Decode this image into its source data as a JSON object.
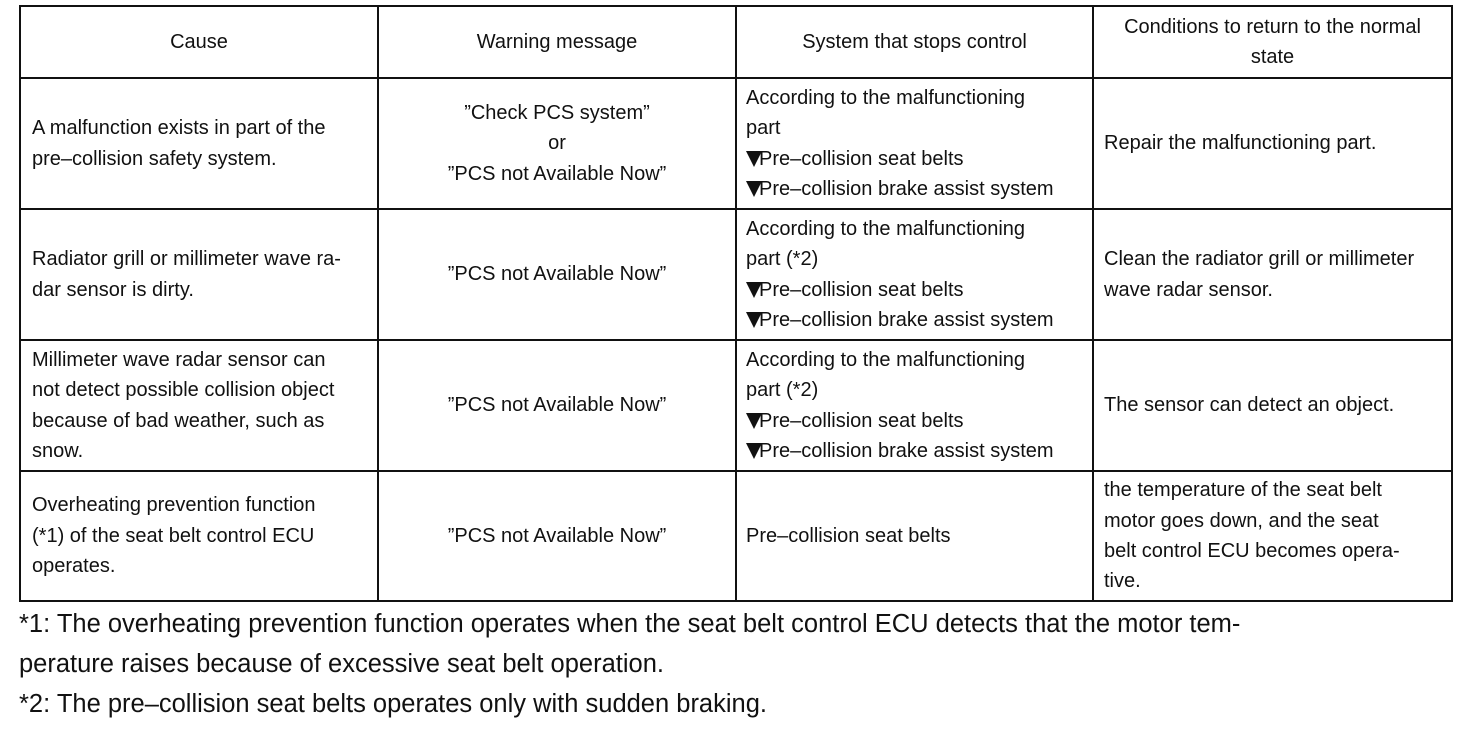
{
  "table": {
    "headers": {
      "cause": "Cause",
      "warning": "Warning message",
      "system": "System that stops control",
      "conditions_line1": "Conditions to return to the normal",
      "conditions_line2": "state"
    },
    "rows": [
      {
        "cause": [
          "A malfunction exists in part of the",
          "pre–collision safety system."
        ],
        "warning": [
          "”Check PCS system”",
          "or",
          "”PCS not Available Now”"
        ],
        "system": [
          "According to the malfunctioning",
          "part"
        ],
        "bullets": [
          "Pre–collision seat belts",
          "Pre–collision brake assist system"
        ],
        "conditions": [
          "Repair the malfunctioning part."
        ]
      },
      {
        "cause": [
          "Radiator grill or millimeter wave ra-",
          "dar sensor is dirty."
        ],
        "warning": [
          "”PCS not Available Now”"
        ],
        "system": [
          "According to the malfunctioning",
          "part (*2)"
        ],
        "bullets": [
          "Pre–collision seat belts",
          "Pre–collision brake assist system"
        ],
        "conditions": [
          "Clean the radiator grill or millimeter",
          "wave radar sensor."
        ]
      },
      {
        "cause": [
          "Millimeter wave radar sensor can",
          "not detect possible collision object",
          "because of bad weather, such as",
          "snow."
        ],
        "warning": [
          "”PCS not Available Now”"
        ],
        "system": [
          "According to the malfunctioning",
          "part (*2)"
        ],
        "bullets": [
          "Pre–collision seat belts",
          "Pre–collision brake assist system"
        ],
        "conditions": [
          "The sensor can detect an object."
        ]
      },
      {
        "cause": [
          "Overheating prevention function",
          "(*1) of the seat belt control ECU",
          "operates."
        ],
        "warning": [
          "”PCS not Available Now”"
        ],
        "system": [
          "Pre–collision seat belts"
        ],
        "conditions": [
          "the temperature of the seat belt",
          "motor goes down, and the seat",
          "belt control ECU becomes opera-",
          "tive."
        ]
      }
    ]
  },
  "notes": [
    "*1: The overheating prevention function operates when the seat belt control ECU detects that the motor tem-",
    "perature raises because of excessive seat belt operation.",
    "*2: The pre–collision seat belts operates only with sudden braking."
  ]
}
